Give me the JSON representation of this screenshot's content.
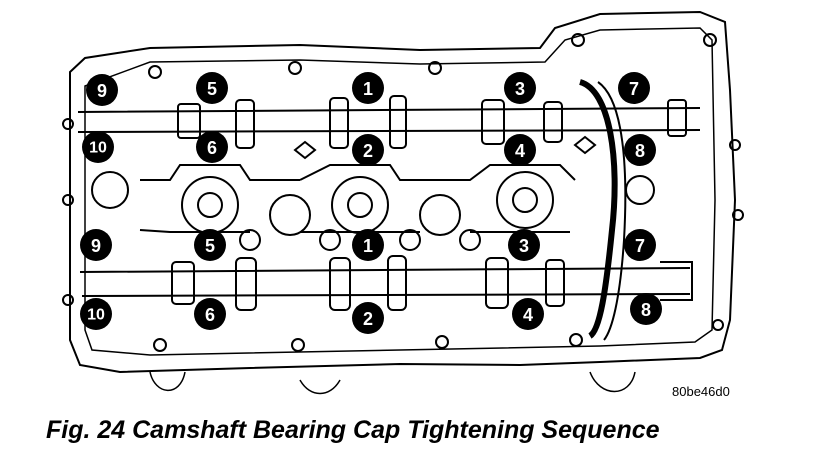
{
  "figure": {
    "caption": "Fig. 24 Camshaft Bearing Cap Tightening Sequence",
    "reference_code": "80be46d0"
  },
  "upper_camshaft": {
    "labels": [
      "9",
      "10",
      "5",
      "6",
      "1",
      "2",
      "3",
      "4",
      "7",
      "8"
    ]
  },
  "lower_camshaft": {
    "labels": [
      "9",
      "10",
      "5",
      "6",
      "1",
      "2",
      "3",
      "4",
      "7",
      "8"
    ]
  },
  "colors": {
    "ink": "#000000",
    "paper": "#ffffff"
  }
}
